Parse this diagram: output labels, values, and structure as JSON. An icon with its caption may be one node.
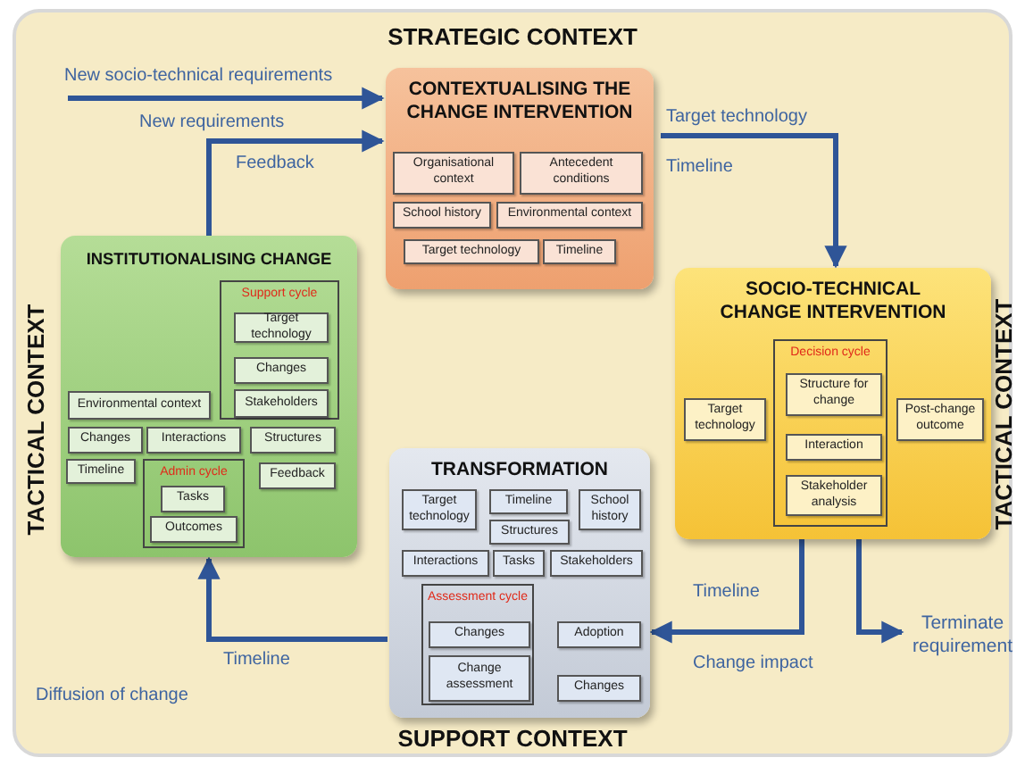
{
  "diagram": {
    "nodes": [
      {
        "text": [
          "CONTEXTUALISING THE CHANGE INTERVENTION"
        ]
      },
      {
        "text": [
          "Organisational context"
        ],
        "in": 0
      },
      {
        "text": [
          "Antecedent conditions"
        ],
        "in": 0
      },
      {
        "text": [
          "School history"
        ],
        "in": 0
      },
      {
        "text": [
          "Environmental context"
        ],
        "in": 0
      },
      {
        "text": [
          "Target technology"
        ],
        "in": 0
      },
      {
        "text": [
          "Timeline"
        ],
        "in": 0
      },
      {
        "text": [
          "SOCIO-TECHNICAL CHANGE INTERVENTION"
        ]
      },
      {
        "text": [
          "Target technology"
        ],
        "in": 7
      },
      {
        "text": [
          "Decision cycle"
        ],
        "in": 7
      },
      {
        "text": [
          "Structure for change"
        ],
        "in": 9
      },
      {
        "text": [
          "Interaction"
        ],
        "in": 9
      },
      {
        "text": [
          "Stakeholder analysis"
        ],
        "in": 9
      },
      {
        "text": [
          "Post-change outcome"
        ],
        "in": 7
      },
      {
        "text": [
          "INSTITUTIONALISING CHANGE"
        ]
      },
      {
        "text": [
          "Support cycle"
        ],
        "in": 14
      },
      {
        "text": [
          "Target technology"
        ],
        "in": 15
      },
      {
        "text": [
          "Changes"
        ],
        "in": 15
      },
      {
        "text": [
          "Stakeholders"
        ],
        "in": 15
      },
      {
        "text": [
          "Environmental context"
        ],
        "in": 14
      },
      {
        "text": [
          "Changes"
        ],
        "in": 14
      },
      {
        "text": [
          "Interactions"
        ],
        "in": 14
      },
      {
        "text": [
          "Structures"
        ],
        "in": 14
      },
      {
        "text": [
          "Timeline"
        ],
        "in": 14
      },
      {
        "text": [
          "Admin cycle"
        ],
        "in": 14
      },
      {
        "text": [
          "Tasks"
        ],
        "in": 24
      },
      {
        "text": [
          "Outcomes"
        ],
        "in": 24
      },
      {
        "text": [
          "Feedback"
        ],
        "in": 14
      },
      {
        "text": [
          "TRANSFORMATION"
        ]
      },
      {
        "text": [
          "Target technology"
        ],
        "in": 28
      },
      {
        "text": [
          "Timeline"
        ],
        "in": 28
      },
      {
        "text": [
          "Structures"
        ],
        "in": 28
      },
      {
        "text": [
          "School history"
        ],
        "in": 28
      },
      {
        "text": [
          "Interactions"
        ],
        "in": 28
      },
      {
        "text": [
          "Tasks"
        ],
        "in": 28
      },
      {
        "text": [
          "Stakeholders"
        ],
        "in": 28
      },
      {
        "text": [
          "Assessment cycle"
        ],
        "in": 28
      },
      {
        "text": [
          "Changes"
        ],
        "in": 36
      },
      {
        "text": [
          "Change assessment"
        ],
        "in": 36
      },
      {
        "text": [
          "Adoption"
        ],
        "in": 28
      },
      {
        "text": [
          "Changes"
        ],
        "in": 28
      },
      {
        "text": [
          "Terminate requirement"
        ]
      }
    ],
    "edges": [
      {
        "from": null,
        "to": 0,
        "arrow": "to",
        "label": "New socio-technical requirements"
      },
      {
        "from": 14,
        "to": 0,
        "arrow": "to",
        "label": "New requirements"
      },
      {
        "from": 0,
        "to": 7,
        "arrow": "to",
        "label": "Target technology"
      },
      {
        "from": 7,
        "to": 28,
        "arrow": "to",
        "label": "Timeline"
      },
      {
        "from": 7,
        "to": 41,
        "arrow": "to"
      },
      {
        "from": 28,
        "to": 14,
        "arrow": "to",
        "label": "Timeline"
      }
    ],
    "labels": [
      "STRATEGIC CONTEXT",
      "Feedback",
      "Timeline",
      "TACTICAL CONTEXT",
      "TACTICAL CONTEXT",
      "Change impact",
      "Diffusion of change",
      "SUPPORT CONTEXT"
    ]
  }
}
